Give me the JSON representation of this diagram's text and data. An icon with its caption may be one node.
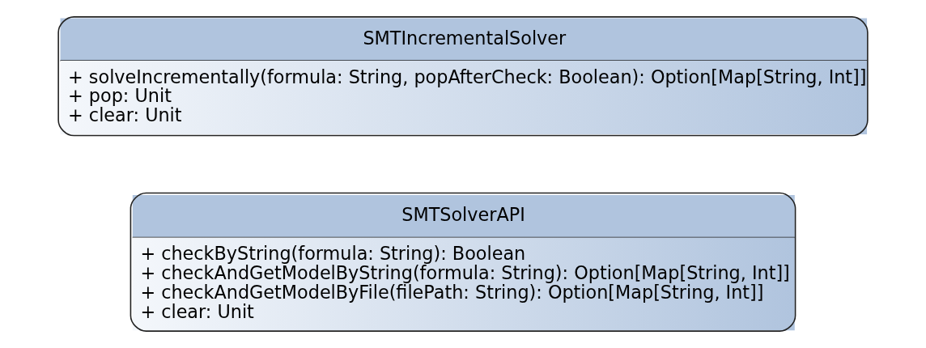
{
  "diagram": {
    "nodes": [
      {
        "text": [
          "SMTSolverAPI",
          "+ checkByString(formula: String): Boolean",
          "+ checkAndGetModelByString(formula: String): Option[Map[String, Int]]",
          "+ checkAndGetModelByFile(filePath: String): Option[Map[String, Int]]",
          "+ clear: Unit"
        ]
      },
      {
        "text": [
          "SMTIncrementalSolver",
          "+ solveIncrementally(formula: String, popAfterCheck: Boolean): Option[Map[String, Int]]",
          "+ pop: Unit",
          "+ clear: Unit"
        ]
      }
    ]
  }
}
